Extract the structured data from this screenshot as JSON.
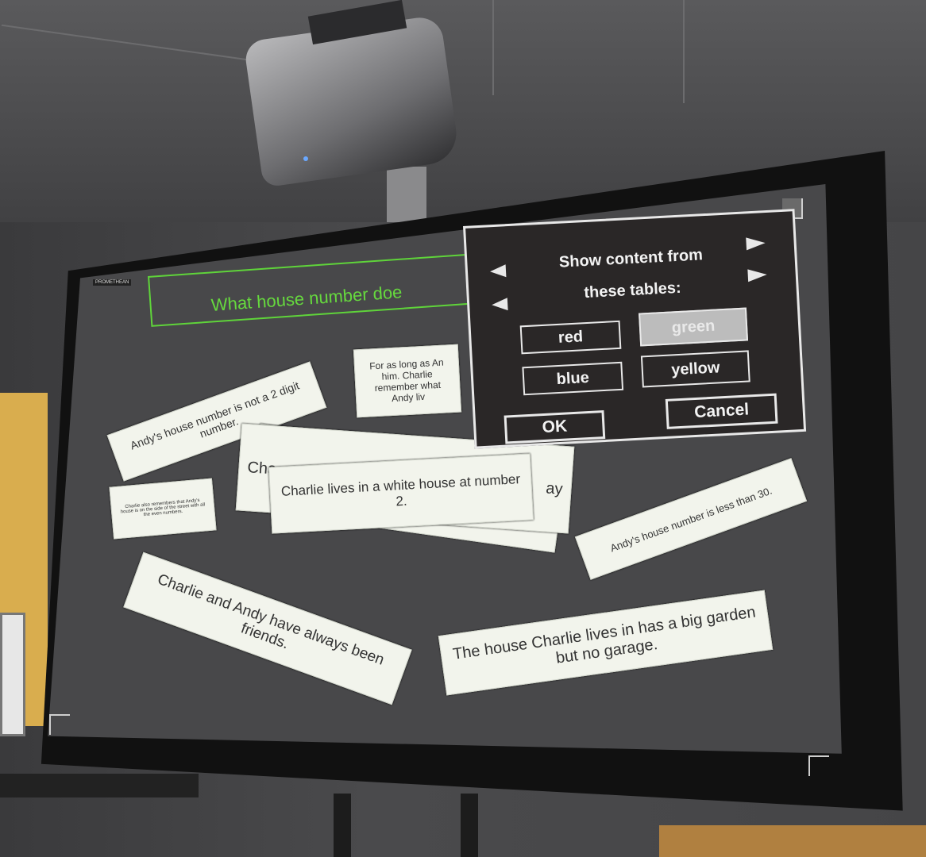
{
  "board": {
    "brand_label": "PROMETHEAN"
  },
  "question": {
    "text": "What house number doe"
  },
  "cards": {
    "c1": "Andy's house number is not a 2 digit number.",
    "c2": "For as long as An him. Charlie remember what Andy liv",
    "c3": "Charlie also remembers that Andy's house is on the side of the street with all the even numbers.",
    "c4_back": "Cha",
    "c4_back_right": "ay",
    "c5": "Charlie lives in a white house at number 2.",
    "c6": "Andy's house number is less than 30.",
    "c7": "Charlie and Andy have always been friends.",
    "c8": "The house Charlie lives in has a big garden but no garage."
  },
  "dialog": {
    "title_line1": "Show content from",
    "title_line2": "these tables:",
    "tables": [
      "red",
      "green",
      "blue",
      "yellow"
    ],
    "selected": "green",
    "ok_label": "OK",
    "cancel_label": "Cancel"
  },
  "colors": {
    "screen": "#48484a",
    "question_accent": "#66d93e",
    "card": "#f2f4ec",
    "dialog_bg": "#2a2727"
  }
}
